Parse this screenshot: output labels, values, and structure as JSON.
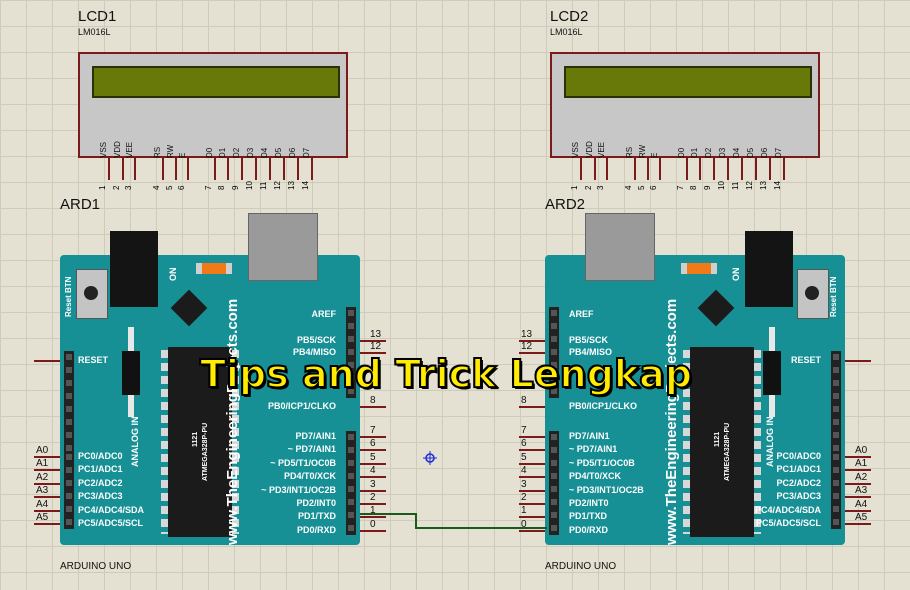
{
  "lcds": [
    {
      "name": "LCD1",
      "model": "LM016L",
      "pins": [
        {
          "n": "VSS",
          "num": "1"
        },
        {
          "n": "VDD",
          "num": "2"
        },
        {
          "n": "VEE",
          "num": "3"
        },
        {
          "n": "RS",
          "num": "4"
        },
        {
          "n": "RW",
          "num": "5"
        },
        {
          "n": "E",
          "num": "6"
        },
        {
          "n": "D0",
          "num": "7"
        },
        {
          "n": "D1",
          "num": "8"
        },
        {
          "n": "D2",
          "num": "9"
        },
        {
          "n": "D3",
          "num": "10"
        },
        {
          "n": "D4",
          "num": "11"
        },
        {
          "n": "D5",
          "num": "12"
        },
        {
          "n": "D6",
          "num": "13"
        },
        {
          "n": "D7",
          "num": "14"
        }
      ]
    },
    {
      "name": "LCD2",
      "model": "LM016L",
      "pins": [
        {
          "n": "VSS",
          "num": "1"
        },
        {
          "n": "VDD",
          "num": "2"
        },
        {
          "n": "VEE",
          "num": "3"
        },
        {
          "n": "RS",
          "num": "4"
        },
        {
          "n": "RW",
          "num": "5"
        },
        {
          "n": "E",
          "num": "6"
        },
        {
          "n": "D0",
          "num": "7"
        },
        {
          "n": "D1",
          "num": "8"
        },
        {
          "n": "D2",
          "num": "9"
        },
        {
          "n": "D3",
          "num": "10"
        },
        {
          "n": "D4",
          "num": "11"
        },
        {
          "n": "D5",
          "num": "12"
        },
        {
          "n": "D6",
          "num": "13"
        },
        {
          "n": "D7",
          "num": "14"
        }
      ]
    }
  ],
  "boards": [
    {
      "name": "ARD1",
      "footer": "ARDUINO UNO"
    },
    {
      "name": "ARD2",
      "footer": "ARDUINO UNO"
    }
  ],
  "board_text": {
    "site": "www.TheEngineeringProjects.com",
    "on": "ON",
    "reset_btn": "Reset BTN",
    "analog_in": "ANALOG IN",
    "reset": "RESET",
    "aref": "AREF",
    "chip_line1": "1121",
    "chip_line2": "ATMEGA328P-PU",
    "top_pins": [
      {
        "label": "PB5/SCK",
        "num": "13"
      },
      {
        "label": "PB4/MISO",
        "num": "12"
      }
    ],
    "mid_pins": [
      {
        "label": "PB0/ICP1/CLKO",
        "num": "8"
      }
    ],
    "digital_pins": [
      {
        "label": "PD7/AIN1",
        "num": "7"
      },
      {
        "label": "~ PD7/AIN1",
        "num": "6"
      },
      {
        "label": "~ PD5/T1/OC0B",
        "num": "5"
      },
      {
        "label": "PD4/T0/XCK",
        "num": "4"
      },
      {
        "label": "~ PD3/INT1/OC2B",
        "num": "3"
      },
      {
        "label": "PD2/INT0",
        "num": "2"
      },
      {
        "label": "PD1/TXD",
        "num": "1"
      },
      {
        "label": "PD0/RXD",
        "num": "0"
      }
    ],
    "analog_pins": [
      {
        "label": "PC0/ADC0",
        "name": "A0"
      },
      {
        "label": "PC1/ADC1",
        "name": "A1"
      },
      {
        "label": "PC2/ADC2",
        "name": "A2"
      },
      {
        "label": "PC3/ADC3",
        "name": "A3"
      },
      {
        "label": "PC4/ADC4/SDA",
        "name": "A4"
      },
      {
        "label": "PC5/ADC5/SCL",
        "name": "A5"
      }
    ]
  },
  "overlay": "Tips and Trick Lengkap",
  "colors": {
    "board": "#168f95",
    "lcd_screen": "#68790a",
    "pin": "#7a1a1a",
    "wire": "#1a5a1a",
    "overlay": "#ffec00"
  }
}
